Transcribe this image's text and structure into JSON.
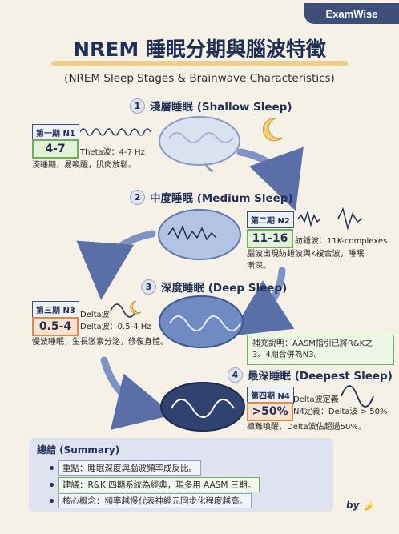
{
  "brand": "ExamWise",
  "title": "NREM 睡眠分期與腦波特徵",
  "subtitle": "(NREM Sleep Stages & Brainwave Characteristics)",
  "stages": [
    {
      "num": "1",
      "heading": "淺層睡眠 (Shallow Sleep)",
      "tag": "第一期 N1",
      "freq": "4-7",
      "wave": "Theta波：4-7 Hz",
      "desc": "淺睡期，易喚醒，肌肉放鬆。"
    },
    {
      "num": "2",
      "heading": "中度睡眠 (Medium Sleep)",
      "tag": "第二期 N2",
      "freq": "11-16",
      "wave": "紡錘波：11K-complexes",
      "desc_lines": [
        "腦波出現紡錘波與K複合波，睡眠",
        "漸深。"
      ]
    },
    {
      "num": "3",
      "heading": "深度睡眠 (Deep Sleep)",
      "tag": "第三期 N3",
      "freq": "0.5-4",
      "wave_lines": [
        "Delta波",
        "Delta波：0.5-4 Hz"
      ],
      "desc": "慢波睡眠，生長激素分泌，修復身體。"
    },
    {
      "num": "4",
      "heading": "最深睡眠 (Deepest Sleep)",
      "tag": "第四期 N4",
      "freq": ">50%",
      "wave_lines": [
        "Delta波定義",
        "N4定義：Delta波 > 50%"
      ],
      "desc": "極難喚醒，Delta波佔超過50%。"
    }
  ],
  "note_lines": [
    "補充說明：AASM指引已將R&K之",
    "3、4期合併為N3。"
  ],
  "summary": {
    "title": "總結 (Summary)",
    "items": [
      {
        "label": "重點",
        "text": "睡眠深度與腦波頻率成反比。"
      },
      {
        "label": "建議",
        "text": "R&K 四期系統為經典，現多用 AASM 三期。"
      },
      {
        "label": "核心概念",
        "text": "頻率越慢代表神經元同步化程度越高。"
      }
    ]
  },
  "signature": "by",
  "colors": {
    "navy": "#1f2f55",
    "green": "#6fae5b",
    "orange": "#e1894a",
    "summary_bg": "#dfe2ef"
  }
}
